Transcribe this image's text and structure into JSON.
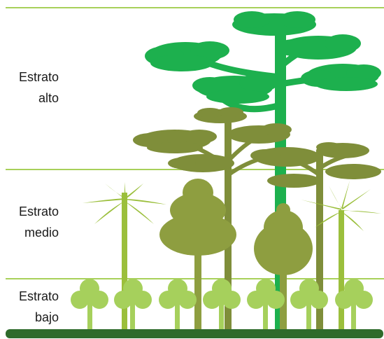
{
  "strata": [
    {
      "id": "alto",
      "line1": "Estrato",
      "line2": "alto"
    },
    {
      "id": "medio",
      "line1": "Estrato",
      "line2": "medio"
    },
    {
      "id": "bajo",
      "line1": "Estrato",
      "line2": "bajo"
    }
  ],
  "colors": {
    "divider": "#a8d05a",
    "canopy_high": "#1db04e",
    "canopy_mid_dark": "#7f8e3a",
    "mid_trees": "#8e9e40",
    "palms": "#9bbf3c",
    "shrubs": "#a6d05c",
    "ground": "#2e6b2b"
  }
}
